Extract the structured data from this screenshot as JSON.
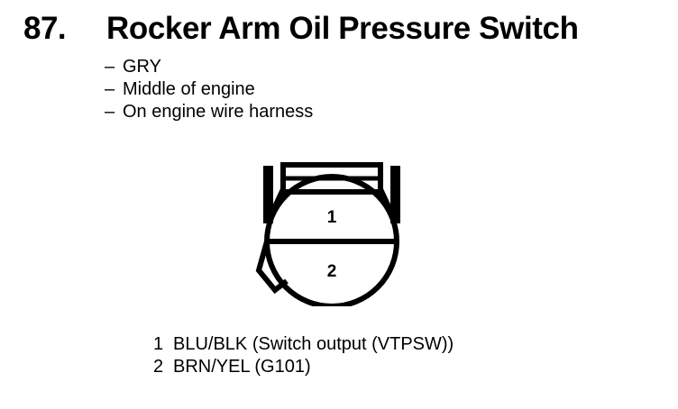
{
  "page": {
    "background_color": "#ffffff",
    "ink_color": "#000000"
  },
  "header": {
    "item_number": "87.",
    "title": "Rocker Arm Oil Pressure Switch"
  },
  "attributes": {
    "dash": "–",
    "items": [
      {
        "text": "GRY"
      },
      {
        "text": "Middle of engine"
      },
      {
        "text": "On engine wire harness"
      }
    ]
  },
  "connector": {
    "shape": "circular-2-cavity-connector-face",
    "pin_labels": [
      {
        "label": "1"
      },
      {
        "label": "2"
      }
    ]
  },
  "pin_legend": {
    "rows": [
      {
        "number": "1",
        "description": "BLU/BLK (Switch output (VTPSW))"
      },
      {
        "number": "2",
        "description": "BRN/YEL (G101)"
      }
    ]
  }
}
